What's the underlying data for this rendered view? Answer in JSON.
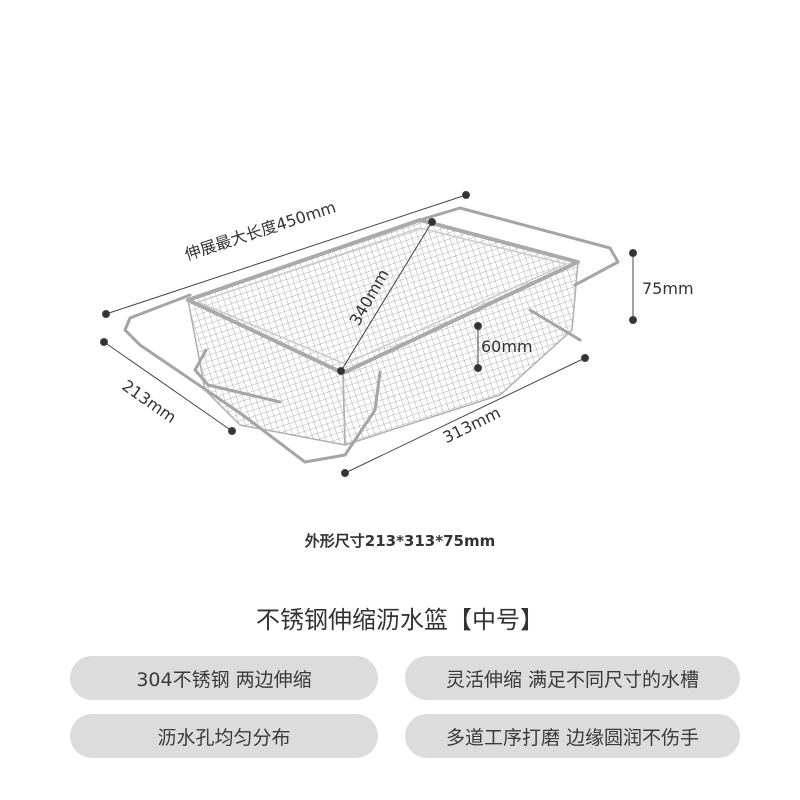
{
  "dimensions": {
    "max_length": "伸展最大长度450mm",
    "height": "75mm",
    "depth": "60mm",
    "diagonal": "340mm",
    "width": "213mm",
    "length": "313mm"
  },
  "spec": "外形尺寸213*313*75mm",
  "title": "不锈钢伸缩沥水篮【中号】",
  "features": [
    "304不锈钢 两边伸缩",
    "灵活伸缩 满足不同尺寸的水槽",
    "沥水孔均匀分布",
    "多道工序打磨 边缘圆润不伤手"
  ],
  "colors": {
    "pill": "#dcdcdc",
    "text": "#333333",
    "metal": "#9a9a9a"
  }
}
